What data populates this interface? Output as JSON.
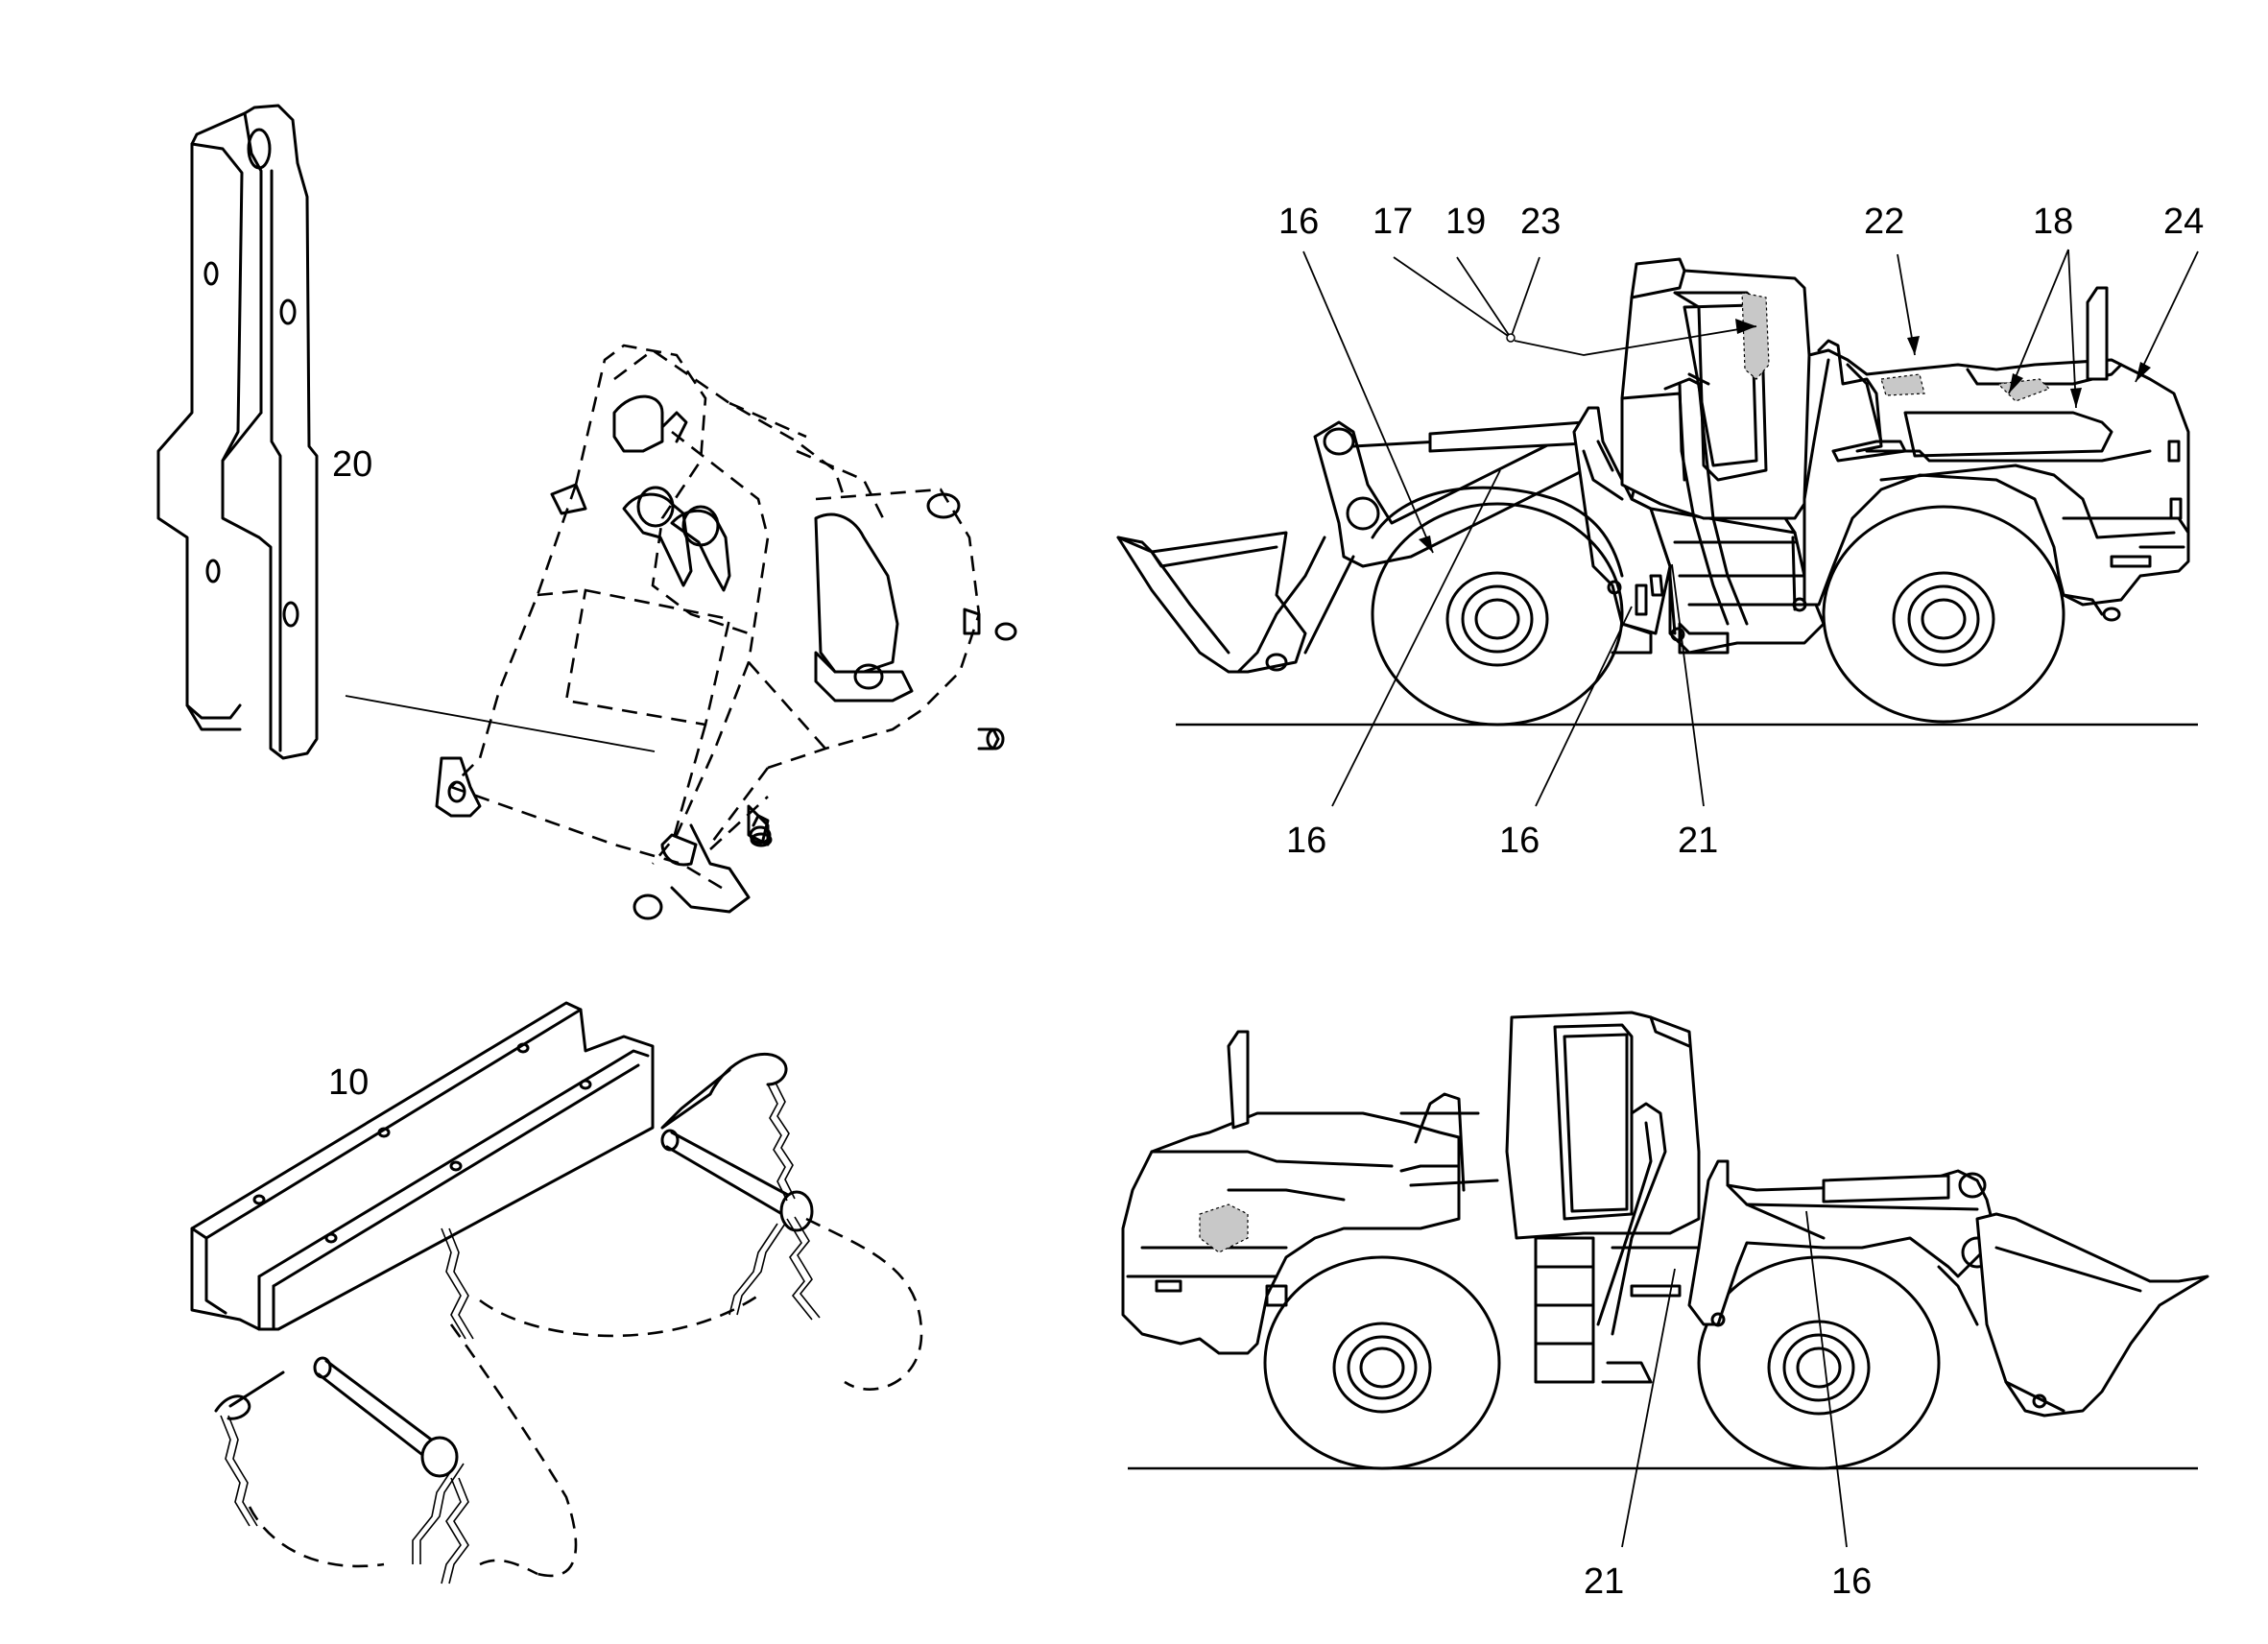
{
  "callouts": {
    "c20": "20",
    "c10": "10",
    "c16_top_a": "16",
    "c17": "17",
    "c19": "19",
    "c23": "23",
    "c22": "22",
    "c18": "18",
    "c24": "24",
    "c16_top_b": "16",
    "c16_top_c": "16",
    "c21_top": "21",
    "c21_bottom": "21",
    "c16_bottom": "16"
  }
}
